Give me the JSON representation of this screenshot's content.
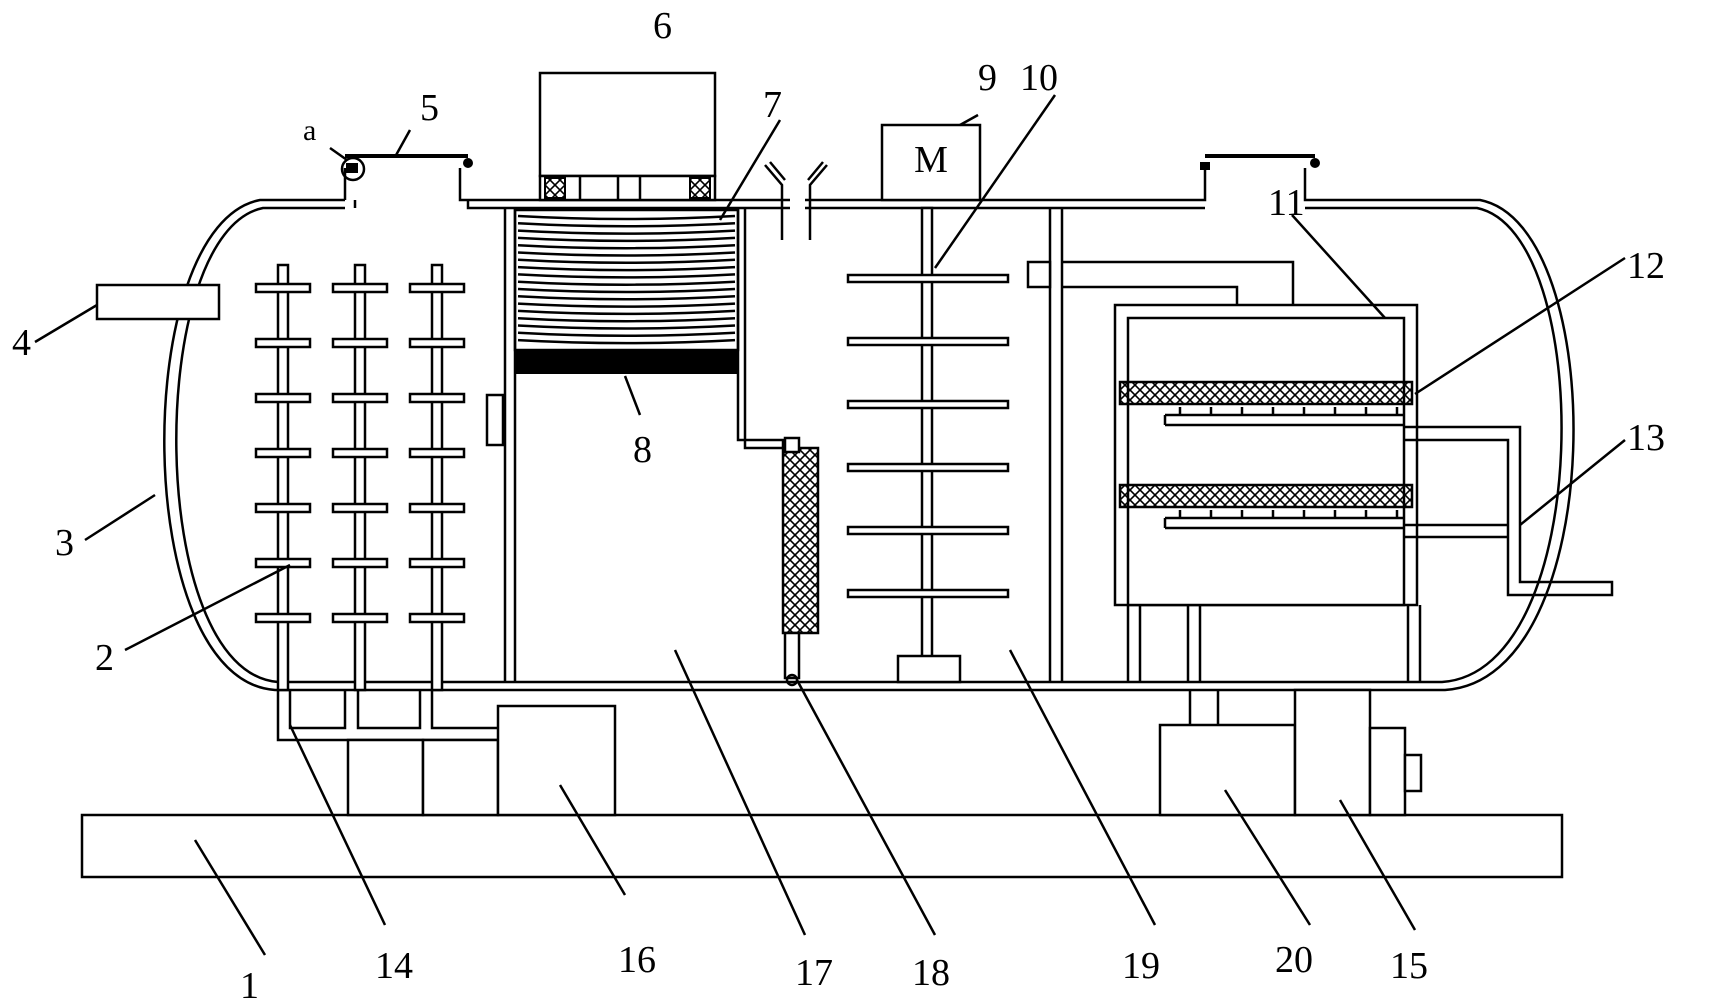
{
  "diagram": {
    "motor_symbol": "M",
    "labels": [
      {
        "id": "1",
        "text": "1"
      },
      {
        "id": "2",
        "text": "2"
      },
      {
        "id": "3",
        "text": "3"
      },
      {
        "id": "4",
        "text": "4"
      },
      {
        "id": "5",
        "text": "5"
      },
      {
        "id": "6",
        "text": "6"
      },
      {
        "id": "7",
        "text": "7"
      },
      {
        "id": "8",
        "text": "8"
      },
      {
        "id": "9",
        "text": "9"
      },
      {
        "id": "10",
        "text": "10"
      },
      {
        "id": "11",
        "text": "11"
      },
      {
        "id": "12",
        "text": "12"
      },
      {
        "id": "13",
        "text": "13"
      },
      {
        "id": "14",
        "text": "14"
      },
      {
        "id": "15",
        "text": "15"
      },
      {
        "id": "16",
        "text": "16"
      },
      {
        "id": "17",
        "text": "17"
      },
      {
        "id": "18",
        "text": "18"
      },
      {
        "id": "19",
        "text": "19"
      },
      {
        "id": "20",
        "text": "20"
      },
      {
        "id": "a",
        "text": "a"
      }
    ]
  }
}
